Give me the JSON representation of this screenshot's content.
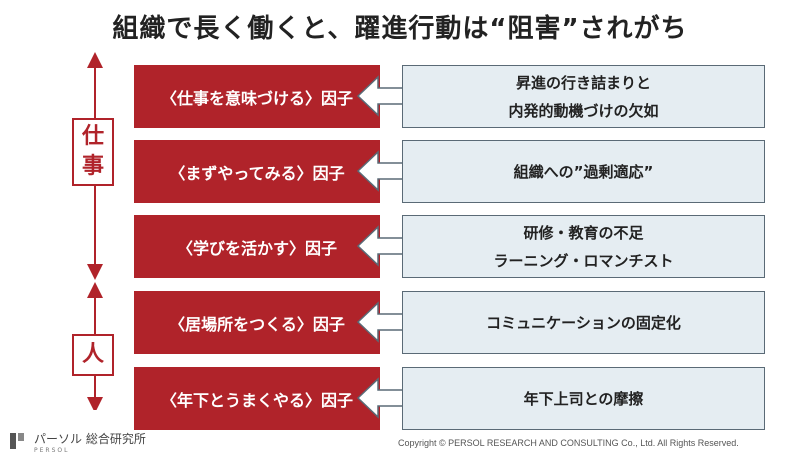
{
  "title": "組織で長く働くと、躍進行動は“阻害”されがち",
  "side_labels": {
    "top": [
      "仕",
      "事"
    ],
    "bottom": [
      "人"
    ]
  },
  "rows": [
    {
      "factor": "〈仕事を意味づける〉因子",
      "result": [
        "昇進の行き詰まりと",
        "内発的動機づけの欠如"
      ]
    },
    {
      "factor": "〈まずやってみる〉因子",
      "result": [
        "組織への”過剰適応”"
      ]
    },
    {
      "factor": "〈学びを活かす〉因子",
      "result": [
        "研修・教育の不足",
        "ラーニング・ロマンチスト"
      ]
    },
    {
      "factor": "〈居場所をつくる〉因子",
      "result": [
        "コミュニケーションの固定化"
      ]
    },
    {
      "factor": "〈年下とうまくやる〉因子",
      "result": [
        "年下上司との摩擦"
      ]
    }
  ],
  "footer": {
    "logo_text": "パーソル 総合研究所",
    "logo_small": "PERSOL",
    "copyright": "Copyright © PERSOL  RESEARCH AND CONSULTING Co., Ltd. All Rights Reserved."
  },
  "colors": {
    "accent": "#b0232a",
    "panel": "#e5edf2",
    "panel_border": "#5a6a76"
  }
}
